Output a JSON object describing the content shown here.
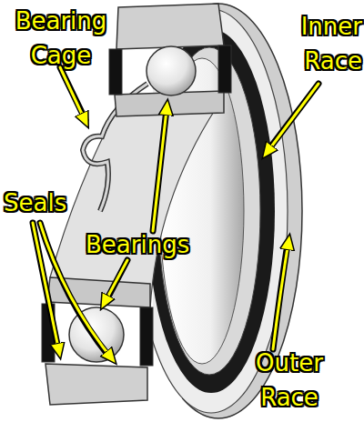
{
  "diagram": {
    "labels": [
      "Bearing Cage",
      "Inner Race",
      "Seals",
      "Bearings",
      "Outer Race"
    ]
  }
}
